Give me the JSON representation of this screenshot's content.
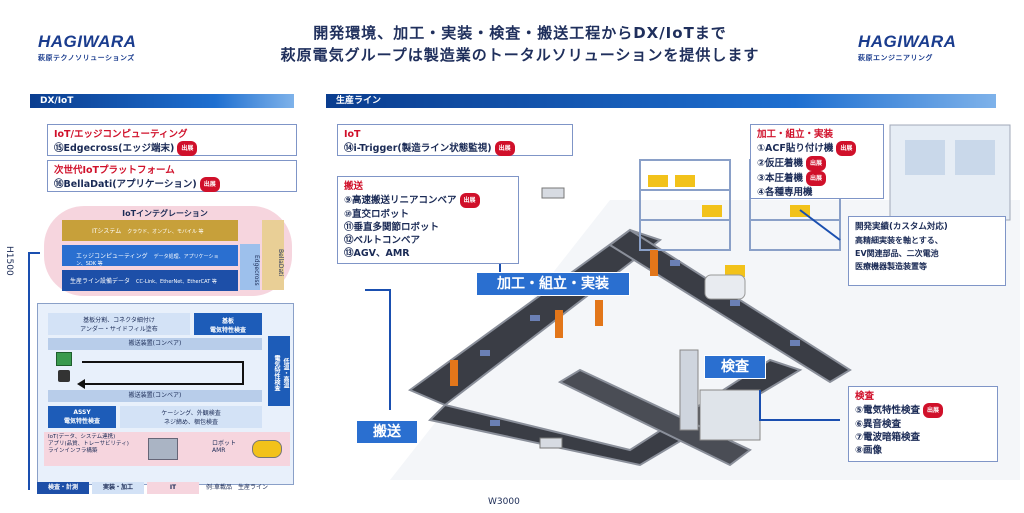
{
  "header": {
    "logo_left": {
      "name": "HAGIWARA",
      "sub": "萩原テクノソリューションズ"
    },
    "logo_right": {
      "name": "HAGIWARA",
      "sub": "萩原エンジニアリング"
    },
    "line1": "開発環境、加工・実装・検査・搬送工程からDX/IoTまで",
    "line2": "萩原電気グループは製造業のトータルソリューションを提供します"
  },
  "sections": {
    "dx": "DX/IoT",
    "line": "生産ライン"
  },
  "badge": "出展",
  "iot_edge": {
    "title": "IoT/エッジコンピューティング",
    "item": "⑮Edgecross(エッジ端末)"
  },
  "platform": {
    "title": "次世代IoTプラットフォーム",
    "item": "⑯BellaDati(アプリケーション)"
  },
  "integration": {
    "title": "IoTインテグレーション",
    "rows": [
      {
        "name": "ITシステム",
        "desc": "クラウド、オンプレ、モバイル 等"
      },
      {
        "name": "エッジコンピューティング",
        "desc": "データ処理、アプリケーション、SDK 等"
      },
      {
        "name": "生産ライン設備データ",
        "desc": "CC-Link、EtherNet、EtherCAT 等"
      }
    ],
    "edgecross": "Edgecross",
    "belladati": "BellaDati"
  },
  "dim_height": "H1500",
  "dim_width": "W3000",
  "layout": {
    "top_left": "基板分割、コネクタ細付け\nアンダー・サイドフィル塗布",
    "top_right": "基板\n電気特性検査",
    "conveyor": "搬送装置(コンベア)",
    "side": "低温・高温\n電気特性検査",
    "assy": "ASSY\n電気特性検査",
    "casing": "ケーシング、外観検査\nネジ締め、梱包検査",
    "it_text": "IoT(データ、システム連携)\nアプリ(品質、トレーサビリティ)\nラインインフラ構築",
    "robot": "ロボット\nAMR",
    "legend": [
      "検査・計測",
      "実装・加工",
      "IT"
    ],
    "note": "例:車載品　生産ライン"
  },
  "iot_line": {
    "title": "IoT",
    "item": "⑭i-Trigger(製造ライン状態監視)"
  },
  "transport": {
    "title": "搬送",
    "items": [
      "⑨高速搬送リニアコンベア",
      "⑩直交ロボット",
      "⑪垂直多関節ロボット",
      "⑫ベルトコンベア",
      "⑬AGV、AMR"
    ],
    "badge_index": 0
  },
  "assembly": {
    "title": "加工・組立・実装",
    "items": [
      "①ACF貼り付け機",
      "②仮圧着機",
      "③本圧着機",
      "④各種専用機"
    ],
    "badges": [
      0,
      1,
      2
    ]
  },
  "custom": {
    "title": "開発実績(カスタム対応)",
    "lines": [
      "高精細実装を軸とする、",
      "EV関連部品、二次電池",
      "医療機器製造装置等"
    ]
  },
  "inspection": {
    "title": "検査",
    "items": [
      "⑤電気特性検査",
      "⑥異音検査",
      "⑦電波暗箱検査",
      "⑧画像"
    ],
    "badge_index": 0
  },
  "labels": {
    "kakou": "加工・組立・実装",
    "kensa": "検査",
    "hanso": "搬送"
  }
}
